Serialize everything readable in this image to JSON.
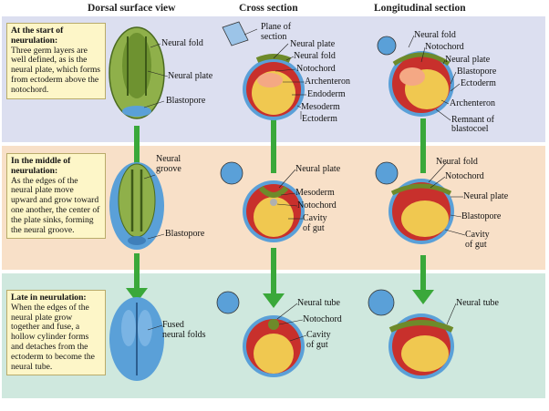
{
  "columns": {
    "dorsal": "Dorsal surface view",
    "cross": "Cross section",
    "longitudinal": "Longitudinal section"
  },
  "stages": [
    {
      "heading": "At the start of neurulation:",
      "text": "Three germ layers are well defined, as is the neural plate, which forms from ectoderm  above the notochord.",
      "dorsal": [
        "Neural fold",
        "Neural plate",
        "Blastopore"
      ],
      "cross": [
        "Plane of",
        "section",
        "Neural plate",
        "Neural fold",
        "Notochord",
        "Archenteron",
        "Endoderm",
        "Mesoderm",
        "Ectoderm"
      ],
      "longitudinal": [
        "Neural fold",
        "Notochord",
        "Neural plate",
        "Blastopore",
        "Ectoderm",
        "Archenteron",
        "Remnant of",
        "blastocoel"
      ]
    },
    {
      "heading": "In the middle of neurulation:",
      "text": "As the edges of the neural plate move upward and grow toward one another, the center of the plate sinks, forming the neural groove.",
      "dorsal": [
        "Neural",
        "groove",
        "Blastopore"
      ],
      "cross": [
        "Neural plate",
        "Mesoderm",
        "Notochord",
        "Cavity",
        "of gut"
      ],
      "longitudinal": [
        "Neural fold",
        "Notochord",
        "Neural plate",
        "Blastopore",
        "Cavity",
        "of gut"
      ]
    },
    {
      "heading": "Late in neurulation:",
      "text": "When the edges of the neural plate grow together and fuse, a hollow cylinder forms and detaches from the ectoderm to become the neural tube.",
      "dorsal": [
        "Fused",
        "neural folds"
      ],
      "cross": [
        "Neural tube",
        "Notochord",
        "Cavity",
        "of gut"
      ],
      "longitudinal": [
        "Neural tube"
      ]
    }
  ],
  "colors": {
    "band_top": "#dcdff0",
    "band_middle": "#f8e0c8",
    "band_bottom": "#cfe8de",
    "note_bg": "#fdf6c8",
    "arrow": "#3aa83a",
    "ectoderm": "#5aa0d8",
    "mesoderm": "#c8302c",
    "endoderm": "#f0c850",
    "neural": "#8a9a3a"
  }
}
